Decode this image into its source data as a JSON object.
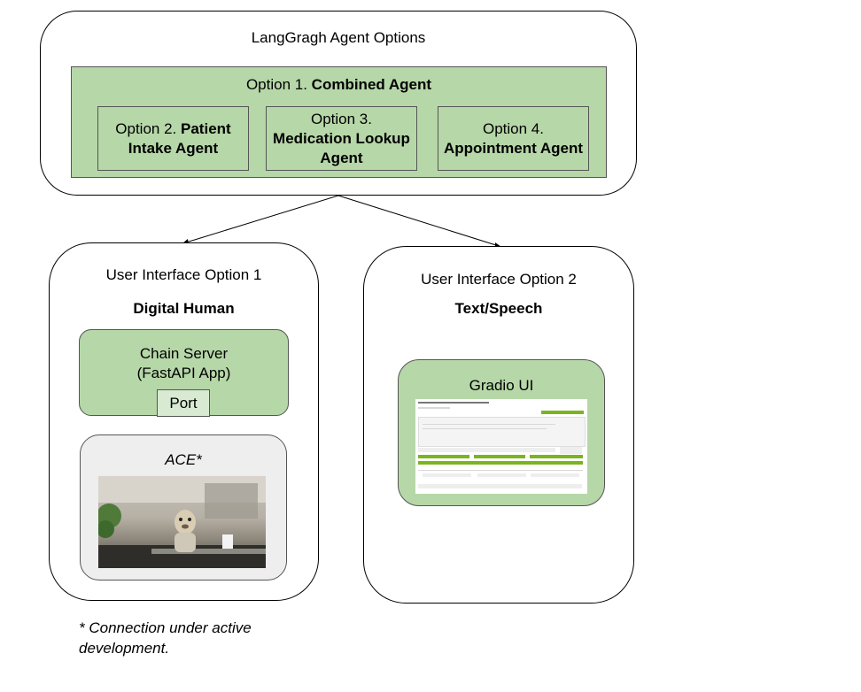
{
  "top": {
    "title": "LangGragh Agent Options",
    "combined_prefix": "Option 1.",
    "combined_bold": "Combined Agent",
    "options": [
      {
        "prefix": "Option 2.",
        "bold": "Patient Intake Agent"
      },
      {
        "prefix": "Option 3.",
        "bold": "Medication Lookup Agent"
      },
      {
        "prefix": "Option 4.",
        "bold": "Appointment Agent"
      }
    ]
  },
  "ui1": {
    "title": "User Interface Option 1",
    "subtitle": "Digital Human",
    "chain_server": "Chain Server\n(FastAPI App)",
    "port": "Port",
    "ace": "ACE*"
  },
  "ui2": {
    "title": "User Interface Option 2",
    "subtitle": "Text/Speech",
    "gradio": "Gradio UI"
  },
  "footnote": "* Connection under active development.",
  "colors": {
    "green_fill": "#b6d7a8",
    "gradio_accent": "#7ab51d",
    "ace_bg": "#eeeeee"
  }
}
